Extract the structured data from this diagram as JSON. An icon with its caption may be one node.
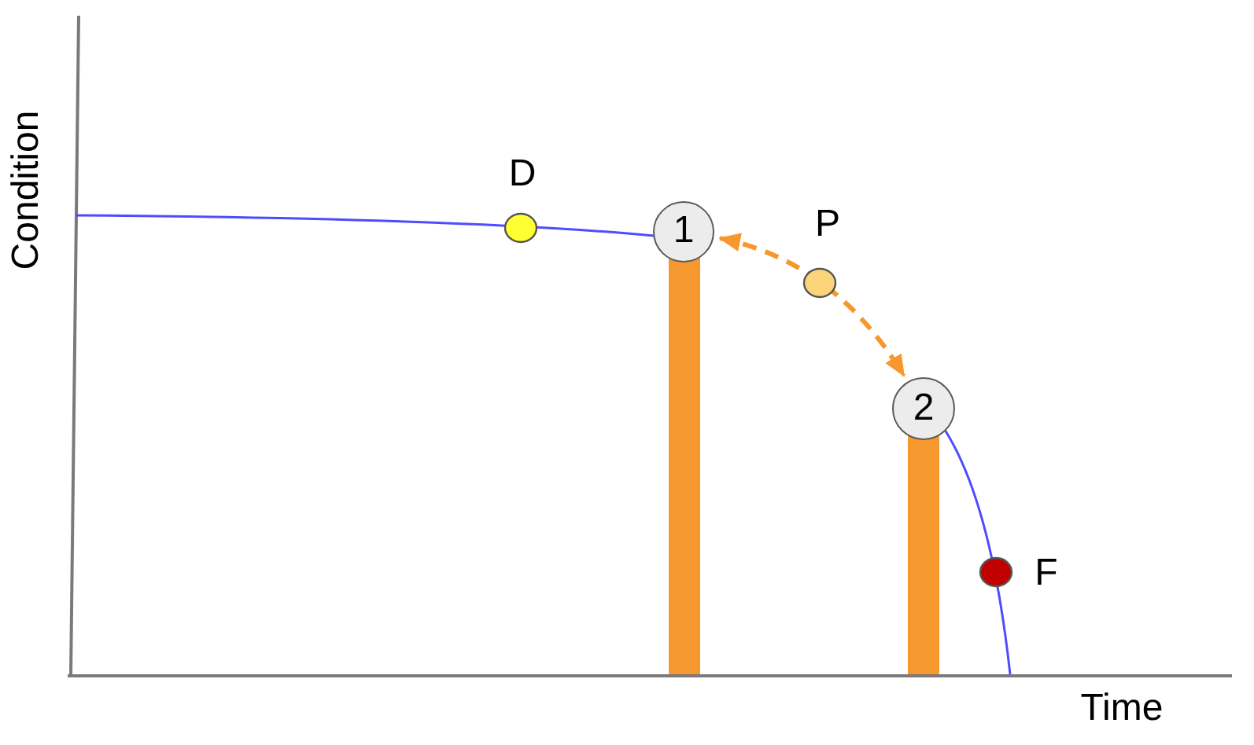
{
  "diagram": {
    "nodes": [
      {
        "text": [
          "1"
        ]
      },
      {
        "text": [],
        "shape": "bar"
      },
      {
        "text": [
          "2"
        ]
      },
      {
        "text": [],
        "shape": "bar"
      }
    ],
    "edges": [
      {
        "from": 0,
        "to": 2,
        "arrow": "both",
        "style": "dashed",
        "color": "#f7982f"
      }
    ],
    "labels": [
      "Condition",
      "D",
      "P",
      "F",
      "Time"
    ]
  }
}
